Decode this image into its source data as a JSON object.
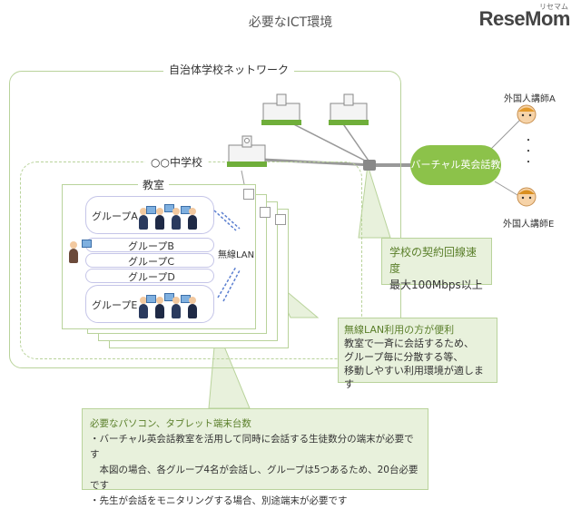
{
  "title": "必要なICT環境",
  "logo": {
    "main": "ReseMom",
    "sub": "リセマム"
  },
  "network_label": "自治体学校ネットワーク",
  "school_label": "○○中学校",
  "classroom_label": "教室",
  "groups": [
    "グループA",
    "グループB",
    "グループC",
    "グループD",
    "グループE"
  ],
  "wireless_label": "無線LAN",
  "cloud_label": "バーチャル英会話教室",
  "teacher_a": "外国人講師A",
  "teacher_e": "外国人講師E",
  "dots": "・\n・\n・",
  "speed_box": {
    "head": "学校の契約回線速度",
    "body": "最大100Mbps以上"
  },
  "wlan_box": {
    "head": "無線LAN利用の方が便利",
    "lines": [
      "教室で一斉に会話するため、",
      "グループ毎に分散する等、",
      "移動しやすい利用環境が適します"
    ]
  },
  "devices_box": {
    "head": "必要なパソコン、タブレット端末台数",
    "lines": [
      "・バーチャル英会話教室を活用して同時に会話する生徒数分の端末が必要です",
      "　本図の場合、各グループ4名が会話し、グループは5つあるため、20台必要です",
      "・先生が会話をモニタリングする場合、別途端末が必要です"
    ]
  },
  "colors": {
    "green_border": "#b9d39b",
    "bubble_fill": "#e8f1dc",
    "cloud": "#8cc24a",
    "wifi": "#5b7fd0"
  }
}
